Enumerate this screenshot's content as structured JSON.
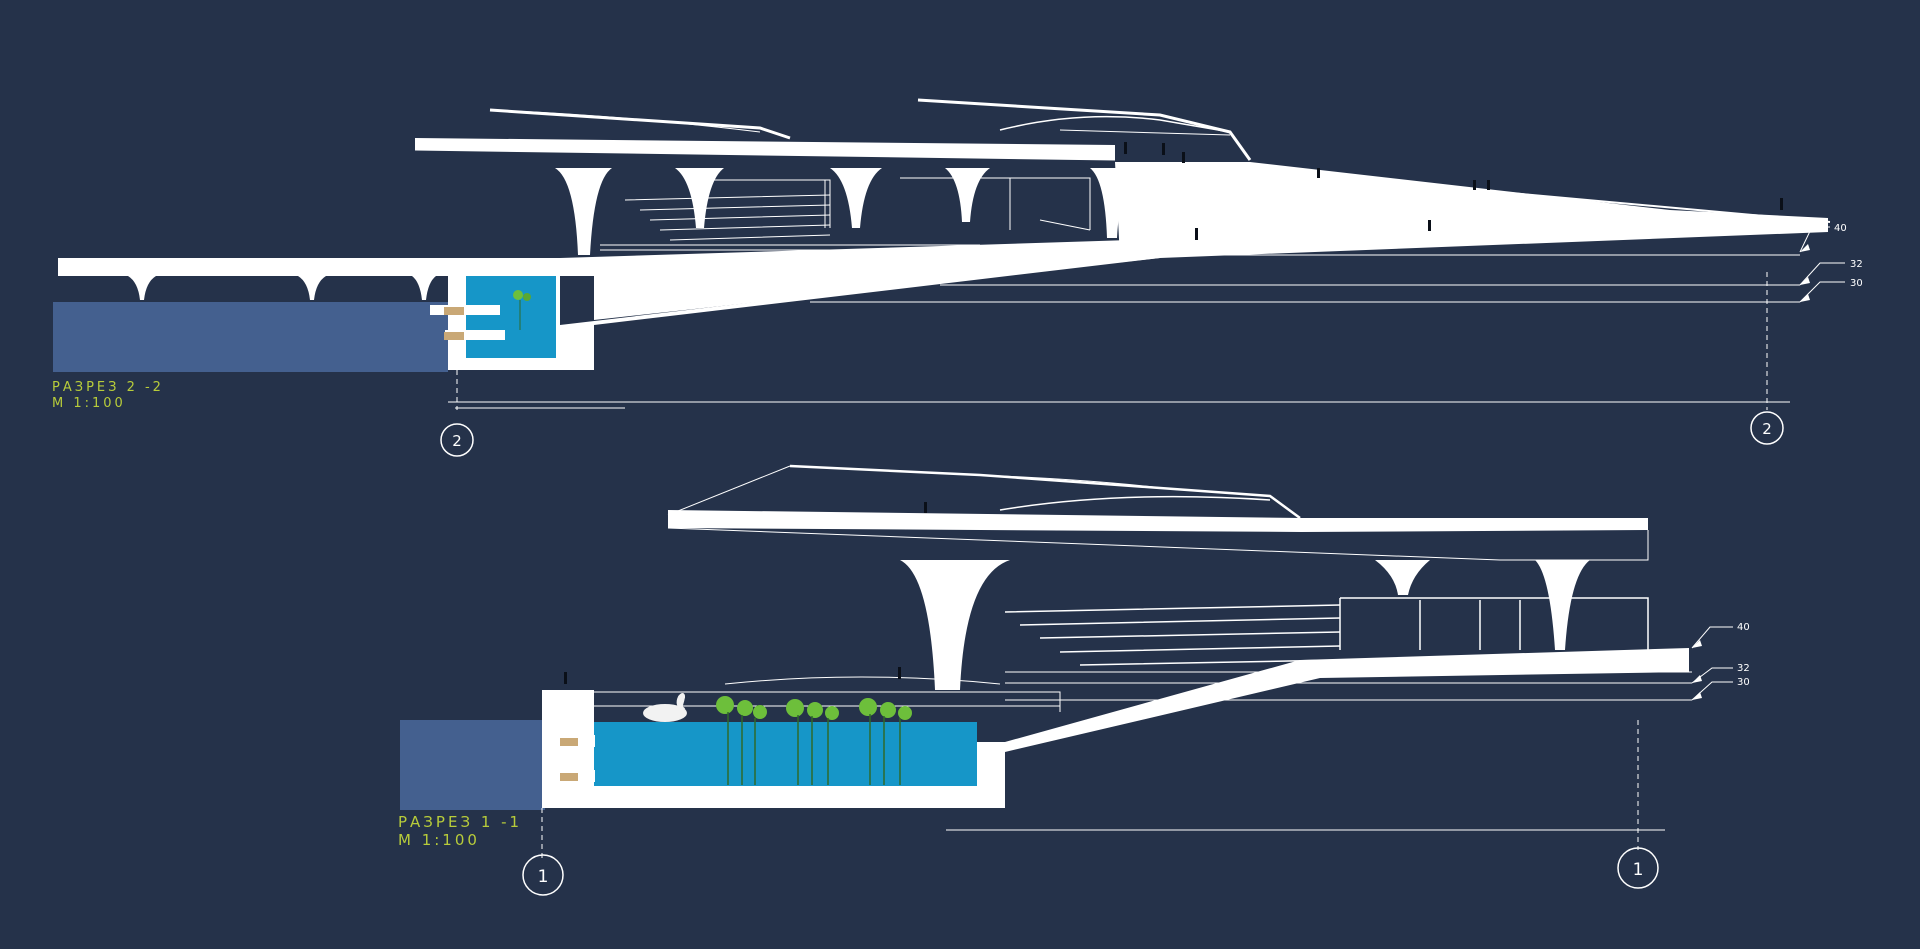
{
  "sections": [
    {
      "id": "2-2",
      "title": "РАЗРЕЗ 2 -2",
      "scale": "М 1:100",
      "axis_label": "2",
      "levels": [
        "40",
        "32",
        "30"
      ]
    },
    {
      "id": "1-1",
      "title": "РАЗРЕЗ 1 -1",
      "scale": "М 1:100",
      "axis_label": "1",
      "levels": [
        "40",
        "32",
        "30"
      ]
    }
  ],
  "colors": {
    "background": "#25324a",
    "structure": "#ffffff",
    "pool_water": "#1696c8",
    "river_water": "#44608f",
    "caption": "#b8cc3a"
  }
}
